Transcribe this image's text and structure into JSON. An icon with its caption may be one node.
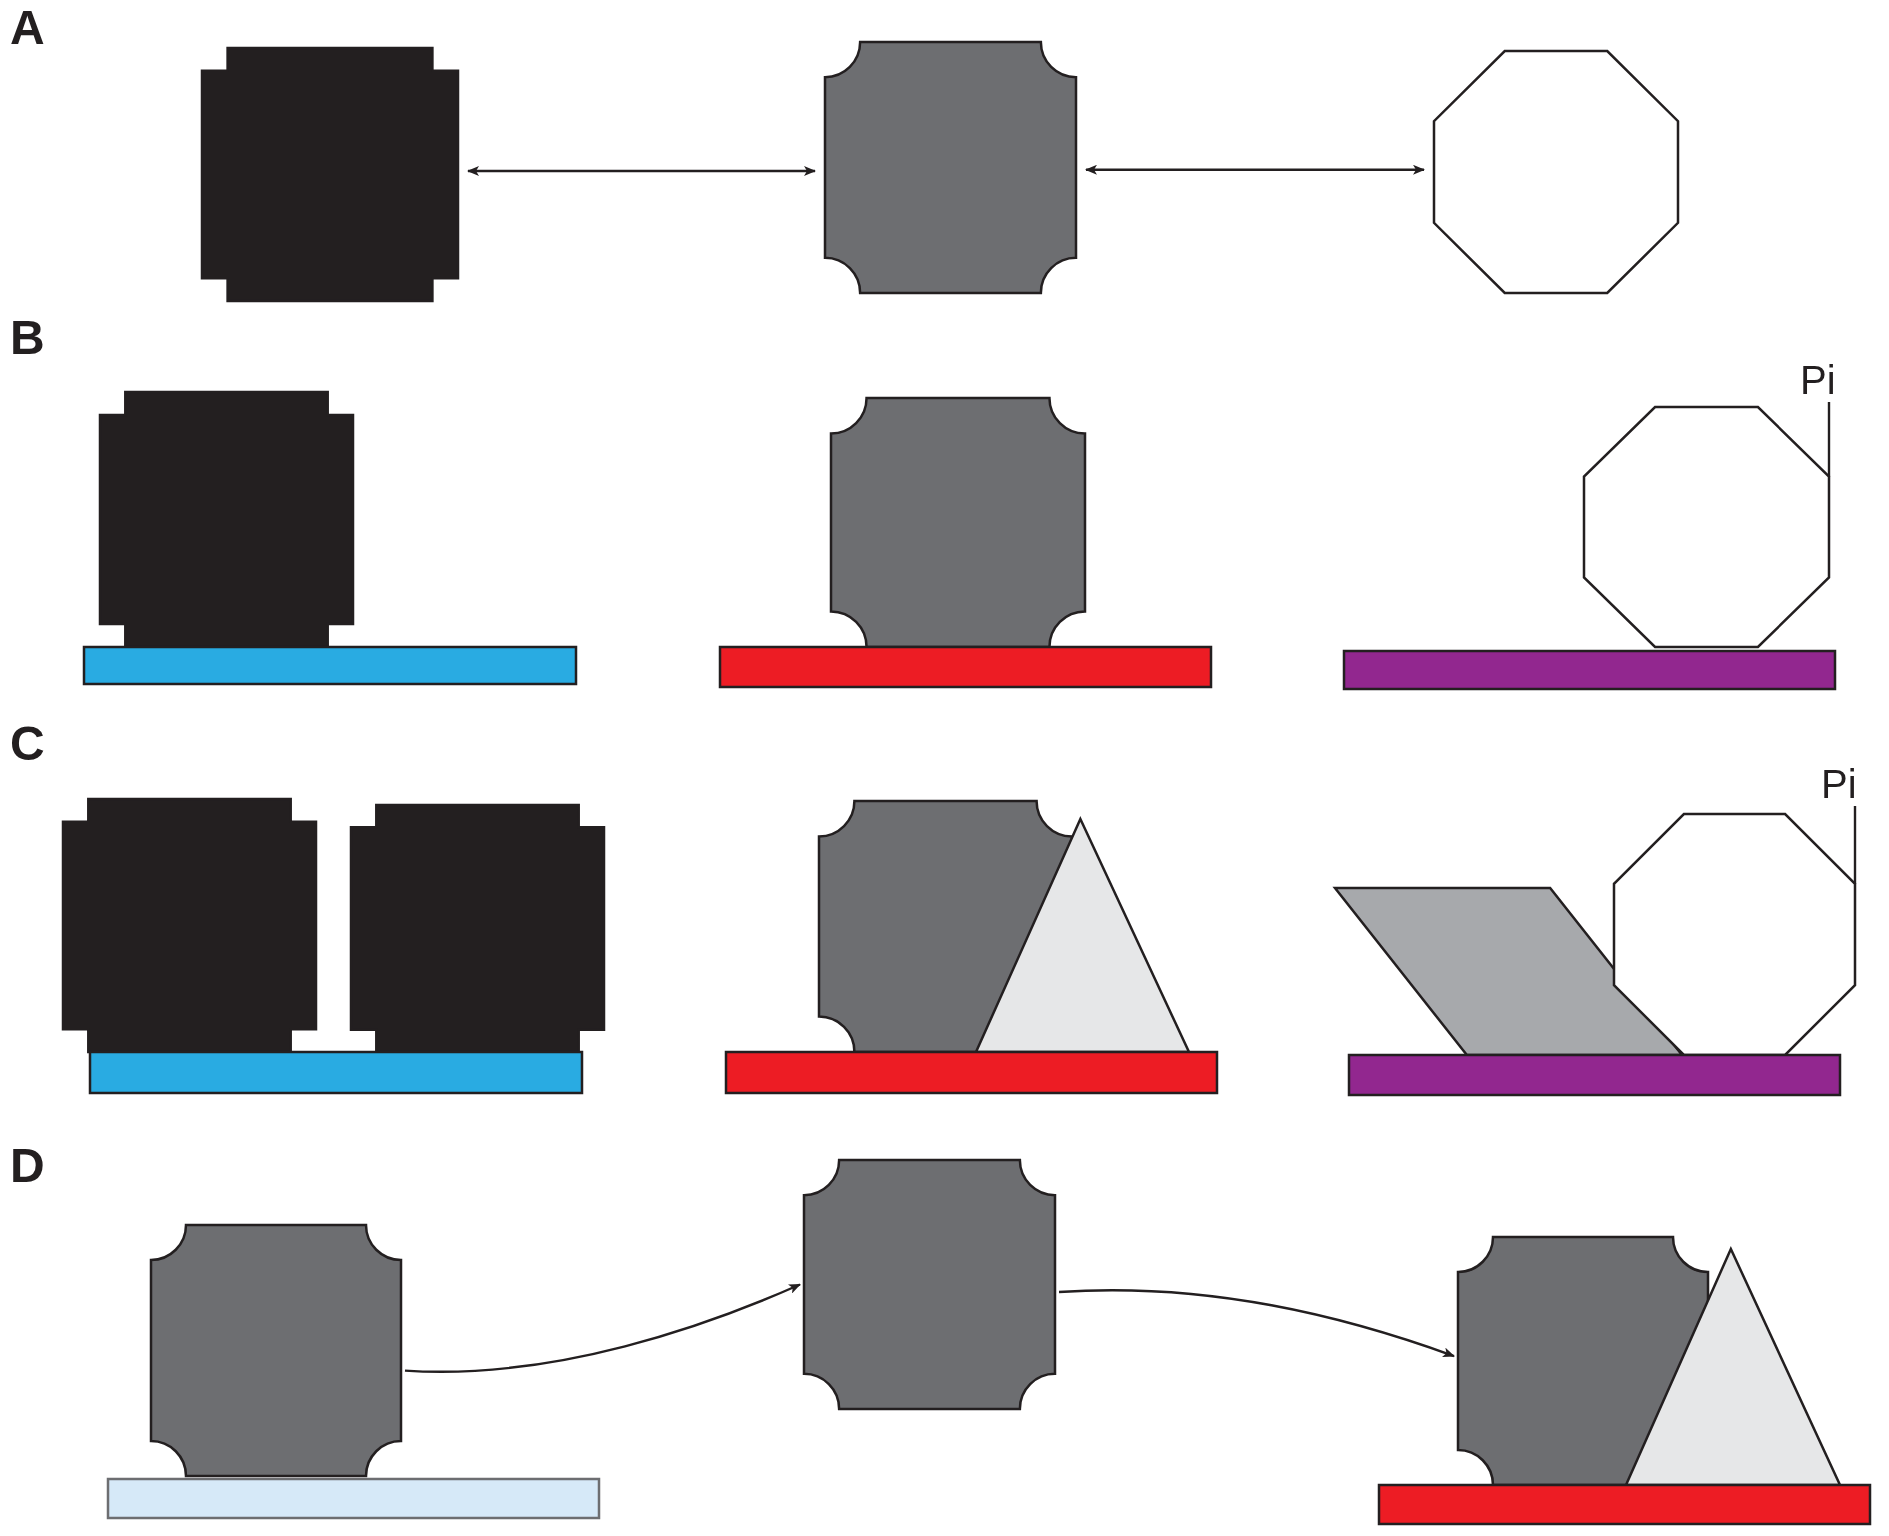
{
  "diagram": {
    "nodes": [
      {
        "text": [],
        "shape": "cross"
      },
      {
        "text": [],
        "shape": "box"
      },
      {
        "text": [],
        "shape": "octagon"
      },
      {
        "text": [],
        "shape": "cross"
      },
      {
        "text": [],
        "shape": "bar"
      },
      {
        "text": [],
        "shape": "box"
      },
      {
        "text": [],
        "shape": "bar"
      },
      {
        "text": [
          "Pi"
        ]
      },
      {
        "text": [],
        "shape": "octagon"
      },
      {
        "text": [],
        "shape": "bar"
      },
      {
        "text": [],
        "shape": "cross"
      },
      {
        "text": [],
        "shape": "cross"
      },
      {
        "text": [],
        "shape": "bar"
      },
      {
        "text": [],
        "shape": "box"
      },
      {
        "text": [],
        "shape": "triangle"
      },
      {
        "text": [],
        "shape": "bar"
      },
      {
        "text": [],
        "shape": "parallelogram"
      },
      {
        "text": [
          "Pi"
        ]
      },
      {
        "text": [],
        "shape": "octagon"
      },
      {
        "text": [],
        "shape": "bar"
      },
      {
        "text": [],
        "shape": "box"
      },
      {
        "text": [],
        "shape": "bar"
      },
      {
        "text": [],
        "shape": "box"
      },
      {
        "text": [],
        "shape": "box"
      },
      {
        "text": [],
        "shape": "triangle"
      },
      {
        "text": [],
        "shape": "bar"
      }
    ],
    "edges": [
      {
        "from": 0,
        "to": 1,
        "arrow": "both"
      },
      {
        "from": 1,
        "to": 2,
        "arrow": "both"
      },
      {
        "from": 7,
        "to": 8,
        "arrow": "none"
      },
      {
        "from": 17,
        "to": 18,
        "arrow": "none"
      },
      {
        "from": 20,
        "to": 22,
        "arrow": "to"
      },
      {
        "from": 22,
        "to": 23,
        "arrow": "to"
      }
    ],
    "labels": [
      "A",
      "B",
      "C",
      "D"
    ]
  }
}
